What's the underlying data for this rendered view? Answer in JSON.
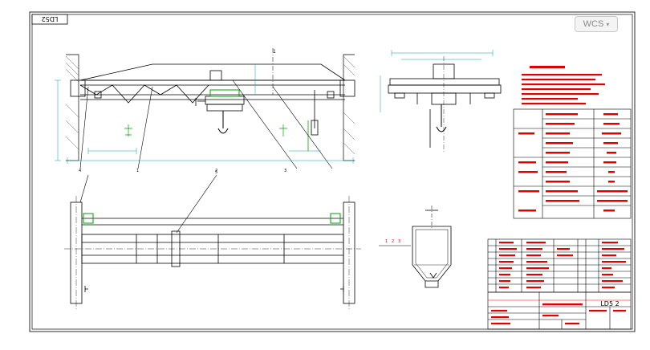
{
  "viewport": {
    "badge_label": "WCS",
    "badge_caret": "▾"
  },
  "drawing": {
    "corner_tag": "LD52",
    "top_mark": "1",
    "balloons": [
      "4",
      "1",
      "2",
      "3"
    ],
    "plan_balloon": "5",
    "detail_marks": [
      "1",
      "2",
      "3"
    ],
    "title_text": "LD5 2",
    "colors": {
      "paper": "#ffffff",
      "frame": "#2a2a2a",
      "line": "#000000",
      "note": "#e00000",
      "dim": "#00a0a0",
      "accent": "#00a000",
      "hatch": "#606060"
    }
  }
}
